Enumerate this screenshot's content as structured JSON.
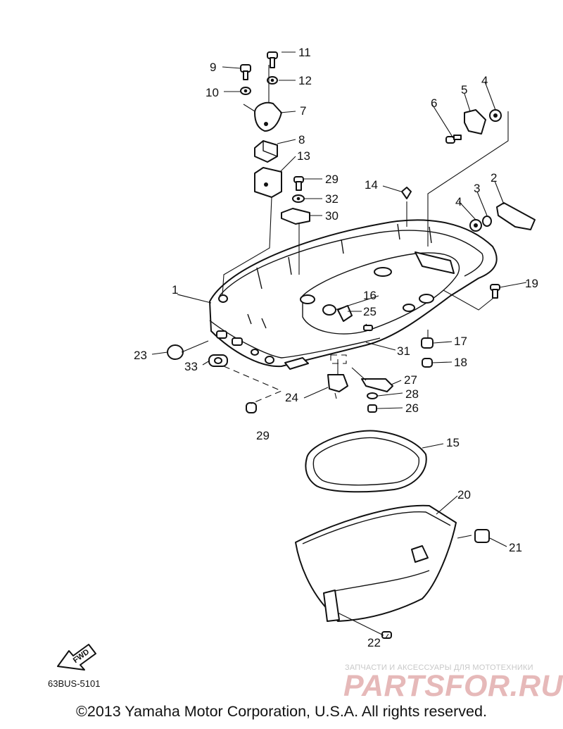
{
  "callouts": [
    {
      "id": "c1",
      "text": "1"
    },
    {
      "id": "c2",
      "text": "2"
    },
    {
      "id": "c3",
      "text": "3"
    },
    {
      "id": "c4a",
      "text": "4"
    },
    {
      "id": "c4b",
      "text": "4"
    },
    {
      "id": "c5",
      "text": "5"
    },
    {
      "id": "c6",
      "text": "6"
    },
    {
      "id": "c7",
      "text": "7"
    },
    {
      "id": "c8",
      "text": "8"
    },
    {
      "id": "c9",
      "text": "9"
    },
    {
      "id": "c10",
      "text": "10"
    },
    {
      "id": "c11",
      "text": "11"
    },
    {
      "id": "c12",
      "text": "12"
    },
    {
      "id": "c13",
      "text": "13"
    },
    {
      "id": "c14",
      "text": "14"
    },
    {
      "id": "c15",
      "text": "15"
    },
    {
      "id": "c16",
      "text": "16"
    },
    {
      "id": "c17",
      "text": "17"
    },
    {
      "id": "c18",
      "text": "18"
    },
    {
      "id": "c19",
      "text": "19"
    },
    {
      "id": "c20",
      "text": "20"
    },
    {
      "id": "c21",
      "text": "21"
    },
    {
      "id": "c22",
      "text": "22"
    },
    {
      "id": "c23",
      "text": "23"
    },
    {
      "id": "c24",
      "text": "24"
    },
    {
      "id": "c25",
      "text": "25"
    },
    {
      "id": "c26",
      "text": "26"
    },
    {
      "id": "c27",
      "text": "27"
    },
    {
      "id": "c28",
      "text": "28"
    },
    {
      "id": "c29a",
      "text": "29"
    },
    {
      "id": "c29b",
      "text": "29"
    },
    {
      "id": "c30",
      "text": "30"
    },
    {
      "id": "c31",
      "text": "31"
    },
    {
      "id": "c32",
      "text": "32"
    },
    {
      "id": "c33",
      "text": "33"
    }
  ],
  "fwd_label": "FWD",
  "catalog_code": "63BUS-5101",
  "copyright": "©2013 Yamaha Motor Corporation, U.S.A. All rights reserved.",
  "watermark": {
    "tagline": "ЗАПЧАСТИ И АКСЕССУАРЫ ДЛЯ МОТОТЕХНИКИ",
    "brand": "PARTSFOR.RU"
  }
}
